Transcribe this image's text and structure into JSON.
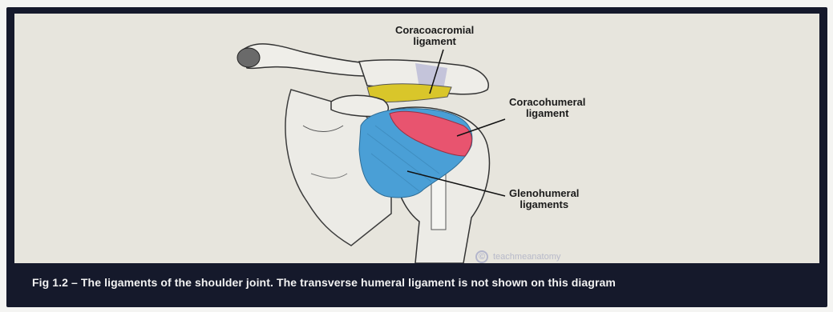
{
  "figure": {
    "labels": {
      "coracoacromial": [
        "Coracoacromial",
        "ligament"
      ],
      "coracohumeral": [
        "Coracohumeral",
        "ligament"
      ],
      "glenohumeral": [
        "Glenohumeral",
        "ligaments"
      ]
    },
    "watermark": {
      "text": "teachmeanatomy",
      "icon": "copyright-icon"
    },
    "colors": {
      "background": "#e7e5dd",
      "frame": "#15192b",
      "coracoacromial_ligament": "#d9c62a",
      "coracohumeral_ligament": "#e8546f",
      "glenohumeral_ligaments": "#4a9fd6",
      "bone": "#ecebe6"
    }
  },
  "caption": "Fig 1.2 – The ligaments of the shoulder joint. The transverse humeral ligament is not shown on this diagram"
}
